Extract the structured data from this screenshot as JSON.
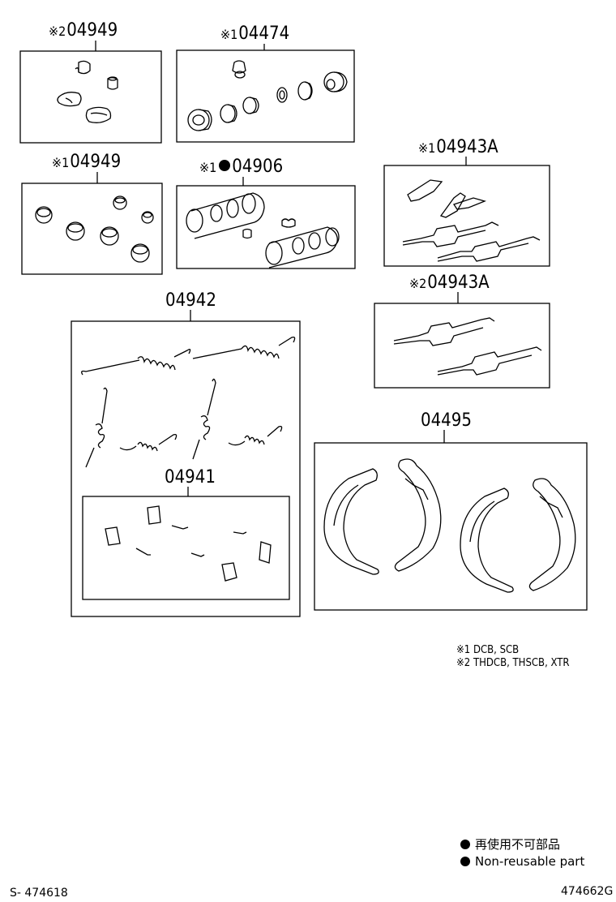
{
  "labels": {
    "p1": {
      "mark": "※2",
      "code": "04949"
    },
    "p2": {
      "mark": "※1",
      "code": "04474"
    },
    "p3": {
      "mark": "※1",
      "code": "04949"
    },
    "p4": {
      "mark": "※1",
      "code": "04906"
    },
    "p5": {
      "mark": "※1",
      "code": "04943A"
    },
    "p6": {
      "mark": "※2",
      "code": "04943A"
    },
    "p7": {
      "code": "04942"
    },
    "p8": {
      "code": "04941"
    },
    "p9": {
      "code": "04495"
    }
  },
  "notes": {
    "n1": "※1  DCB, SCB",
    "n2": "※2  THDCB, THSCB, XTR"
  },
  "legend": {
    "jp": "再使用不可部品",
    "en": "Non-reusable part"
  },
  "footer": {
    "left": "S- 474618",
    "right": "474662G"
  }
}
